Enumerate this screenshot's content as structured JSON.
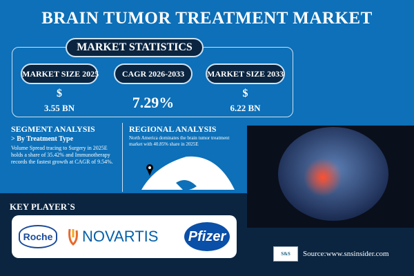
{
  "title": "BRAIN TUMOR TREATMENT MARKET",
  "stats": {
    "label": "MARKET STATISTICS",
    "items": [
      {
        "label": "MARKET SIZE 2025",
        "value_prefix": "$",
        "value": "3.55 BN"
      },
      {
        "label": "CAGR 2026-2033",
        "value": "7.29%"
      },
      {
        "label": "MARKET SIZE 2033",
        "value_prefix": "$",
        "value": "6.22 BN"
      }
    ]
  },
  "segment": {
    "heading": "SEGMENT ANALYSIS",
    "sub": "> By Treatment Type",
    "text": "Volume Spread tracing to Surgery in 2025E holds a share of 35.42% and Immunotherapy records the fastest growth at CAGR of 9.54%."
  },
  "regional": {
    "heading": "REGIONAL ANALYSIS",
    "text": "North America dominates the brain tumor treatment market with 40.85% share in 2025E"
  },
  "key_players": {
    "heading": "KEY PLAYER`S",
    "logos": [
      "Roche",
      "NOVARTIS",
      "Pfizer"
    ]
  },
  "source": "Source:www.snsinsider.com",
  "sns_logo": "S&S",
  "colors": {
    "primary": "#0d70b8",
    "dark": "#0b2540"
  }
}
